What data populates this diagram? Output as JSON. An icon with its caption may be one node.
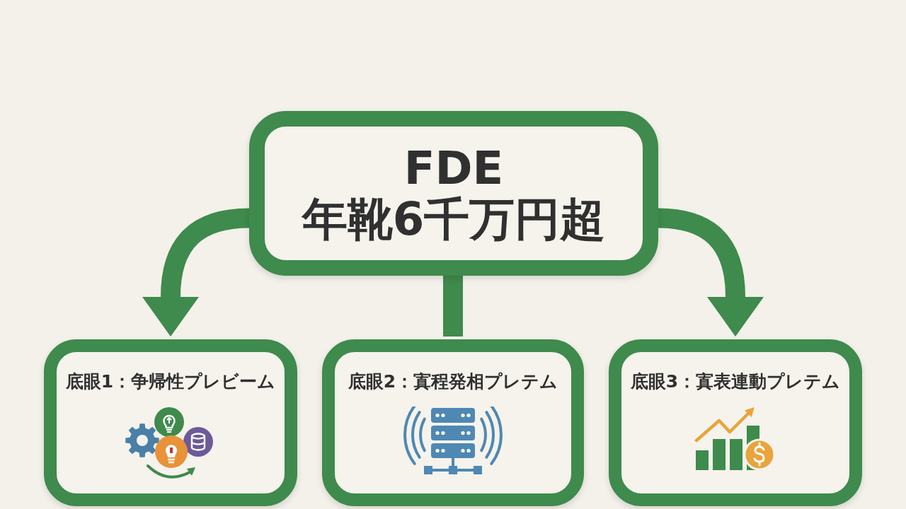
{
  "diagram": {
    "nodes": [
      {
        "text": [
          "FDE",
          "年靴6千万円超"
        ]
      },
      {
        "text": [
          "底眼1：争帰性プレビーム"
        ]
      },
      {
        "text": [
          "底眼2：寘程発相プレテム"
        ]
      },
      {
        "text": [
          "底眼3：寘表連動プレテム"
        ]
      }
    ],
    "edges": [
      {
        "from": 0,
        "to": 1,
        "arrow": "to"
      },
      {
        "from": 0,
        "to": 2,
        "arrow": "none"
      },
      {
        "from": 0,
        "to": 3,
        "arrow": "to"
      }
    ]
  }
}
